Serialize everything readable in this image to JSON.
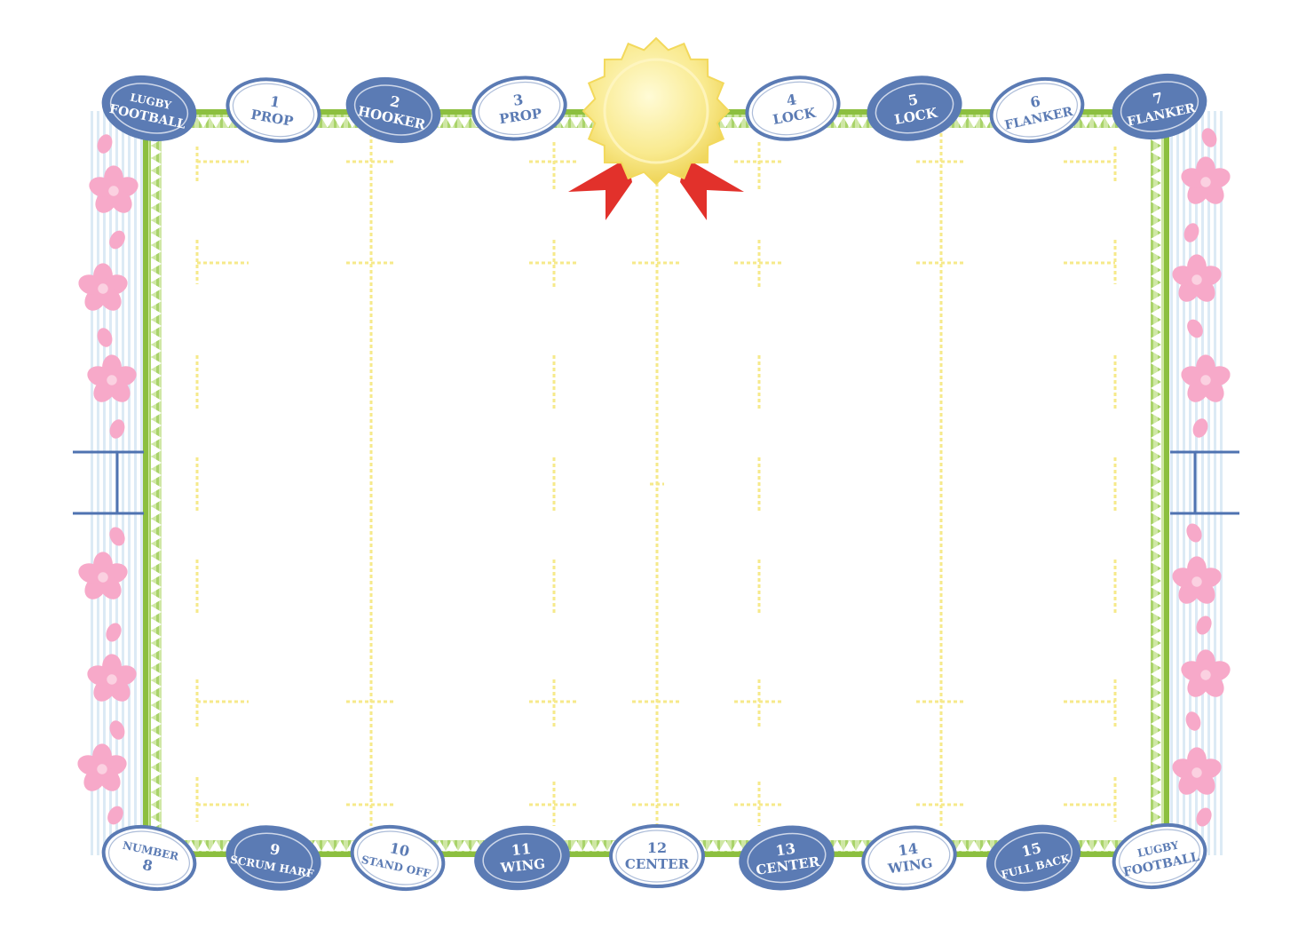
{
  "colors": {
    "ball_dark": "#5b7bb4",
    "ball_light": "#ffffff",
    "border_green": "#8cbf3f",
    "fringe_green": "#a9d36a",
    "pitch_line_yellow": "#f6e98a",
    "side_stripe_blue": "#dceaf5",
    "blossom_pink": "#f7a9c9",
    "goal_post_blue": "#4f73b1",
    "medal_gold": "#f7e27a",
    "ribbon_red": "#e2312b"
  },
  "top_balls": [
    {
      "line1": "LUGBY",
      "line2": "FOOTBALL",
      "style": "dark"
    },
    {
      "line1": "1",
      "line2": "PROP",
      "style": "light"
    },
    {
      "line1": "2",
      "line2": "HOOKER",
      "style": "dark"
    },
    {
      "line1": "3",
      "line2": "PROP",
      "style": "light"
    },
    {
      "line1": "4",
      "line2": "LOCK",
      "style": "light"
    },
    {
      "line1": "5",
      "line2": "LOCK",
      "style": "dark"
    },
    {
      "line1": "6",
      "line2": "FLANKER",
      "style": "light"
    },
    {
      "line1": "7",
      "line2": "FLANKER",
      "style": "dark"
    }
  ],
  "bottom_balls": [
    {
      "line1": "NUMBER",
      "line2": "8",
      "style": "light"
    },
    {
      "line1": "9",
      "line2": "SCRUM HARF",
      "style": "dark"
    },
    {
      "line1": "10",
      "line2": "STAND OFF",
      "style": "light"
    },
    {
      "line1": "11",
      "line2": "WING",
      "style": "dark"
    },
    {
      "line1": "12",
      "line2": "CENTER",
      "style": "light"
    },
    {
      "line1": "13",
      "line2": "CENTER",
      "style": "dark"
    },
    {
      "line1": "14",
      "line2": "WING",
      "style": "light"
    },
    {
      "line1": "15",
      "line2": "FULL BACK",
      "style": "dark"
    },
    {
      "line1": "LUGBY",
      "line2": "FOOTBALL",
      "style": "light"
    }
  ],
  "icons": {
    "medal": "rosette-medal-icon",
    "ball": "rugby-ball-icon",
    "blossom": "cherry-blossom-icon",
    "goal": "goal-post-icon"
  }
}
